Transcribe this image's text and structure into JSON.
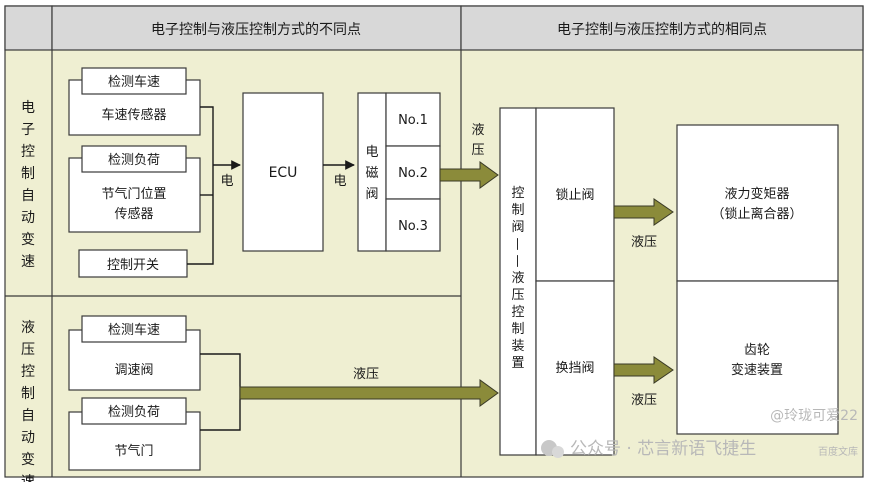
{
  "headers": {
    "difference": "电子控制与液压控制方式的不同点",
    "similarity": "电子控制与液压控制方式的相同点"
  },
  "rows": {
    "electronic": "电子控制自动变速",
    "hydraulic": "液压控制自动变速"
  },
  "electronic": {
    "speed_detect": "检测车速",
    "speed_sensor": "车速传感器",
    "load_detect": "检测负荷",
    "throttle_sensor_line1": "节气门位置",
    "throttle_sensor_line2": "传感器",
    "control_switch": "控制开关",
    "electric_label_1": "电",
    "ecu": "ECU",
    "electric_label_2": "电",
    "solenoid": "电磁阀",
    "valves": [
      "No.1",
      "No.2",
      "No.3"
    ],
    "hydraulic_out": "液压"
  },
  "hydraulic": {
    "speed_detect": "检测车速",
    "governor_valve": "调速阀",
    "load_detect": "检测负荷",
    "throttle_valve": "节气门",
    "hydraulic_label": "液压"
  },
  "common": {
    "control_valve": "控制阀——液压控制装置",
    "lockup_valve": "锁止阀",
    "shift_valve": "换挡阀",
    "hydraulic_label_top": "液压",
    "hydraulic_label_bottom": "液压",
    "torque_converter_line1": "液力变矩器",
    "torque_converter_line2": "（锁止离合器）",
    "gear_line1": "齿轮",
    "gear_line2": "变速装置"
  },
  "watermarks": {
    "handle": "@玲珑可爱22",
    "account": "公众号 · 芯言新语飞捷生",
    "site": "百度文库"
  }
}
